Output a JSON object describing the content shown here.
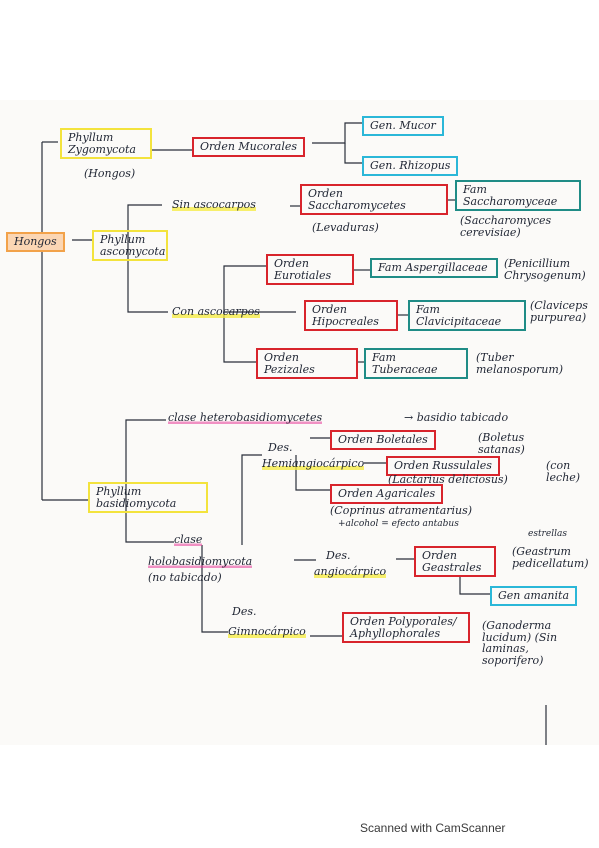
{
  "diagram": {
    "root": "Hongos",
    "zygomycota": {
      "phylum": "Phyllum Zygomycota",
      "note": "(Hongos)",
      "orden": "Orden Mucorales",
      "gen_mucor": "Gen. Mucor",
      "gen_rhizopus": "Gen. Rhizopus"
    },
    "ascomycota": {
      "phylum": "Phyllum ascomycota",
      "sin_ascocarpos": "Sin ascocarpos",
      "saccharomycetes": "Orden Saccharomycetes",
      "saccharomycetes_note": "(Levaduras)",
      "fam_saccharomyceae": "Fam Saccharomyceae",
      "saccharomyceae_note": "(Saccharomyces cerevisiae)",
      "con_ascocarpos": "Con ascocarpos",
      "eurotiales": "Orden Eurotiales",
      "fam_aspergillaceae": "Fam Aspergillaceae",
      "aspergillaceae_note": "(Penicillium Chrysogenum)",
      "hipocreales": "Orden Hipocreales",
      "fam_clavicipitaceae": "Fam Clavicipitaceae",
      "clavicipitaceae_note": "(Claviceps purpurea)",
      "pezizales": "Orden Pezizales",
      "fam_tuberaceae": "Fam Tuberaceae",
      "tuberaceae_note": "(Tuber melanosporum)"
    },
    "basidiomycota": {
      "phylum": "Phyllum basidiomycota",
      "heterobasidio": "clase heterobasidiomycetes",
      "heterobasidio_result": "→ basidio tabicado",
      "clase": "clase",
      "holobasidio": "holobasidiomycota",
      "holobasidio_note": "(no tabicado)",
      "des_hemiangiocarpico_1": "Des.",
      "des_hemiangiocarpico_2": "Hemiangiocárpico",
      "boletales": "Orden Boletales",
      "boletales_note": "(Boletus satanas)",
      "russulales": "Orden Russulales",
      "russulales_note": "(Lactarius deliciosus)",
      "con_leche": "(con leche)",
      "agaricales": "Orden Agaricales",
      "agaricales_note": "(Coprinus atramentarius)",
      "alcohol_note": "+alcohol = efecto antabus",
      "des_angiocarpico_1": "Des.",
      "des_angiocarpico_2": "angiocárpico",
      "geastrales": "Orden Geastrales",
      "estrellas": "estrellas",
      "geastrales_note": "(Geastrum pedicellatum)",
      "gen_amanita": "Gen amanita",
      "des_gimnocarpico_1": "Des.",
      "des_gimnocarpico_2": "Gimnocárpico",
      "polyporales": "Orden Polyporales/ Aphyllophorales",
      "polyporales_note": "(Ganoderma lucidum) (Sin laminas, soporifero)"
    }
  },
  "footer": {
    "scanner": "Scanned with CamScanner"
  }
}
